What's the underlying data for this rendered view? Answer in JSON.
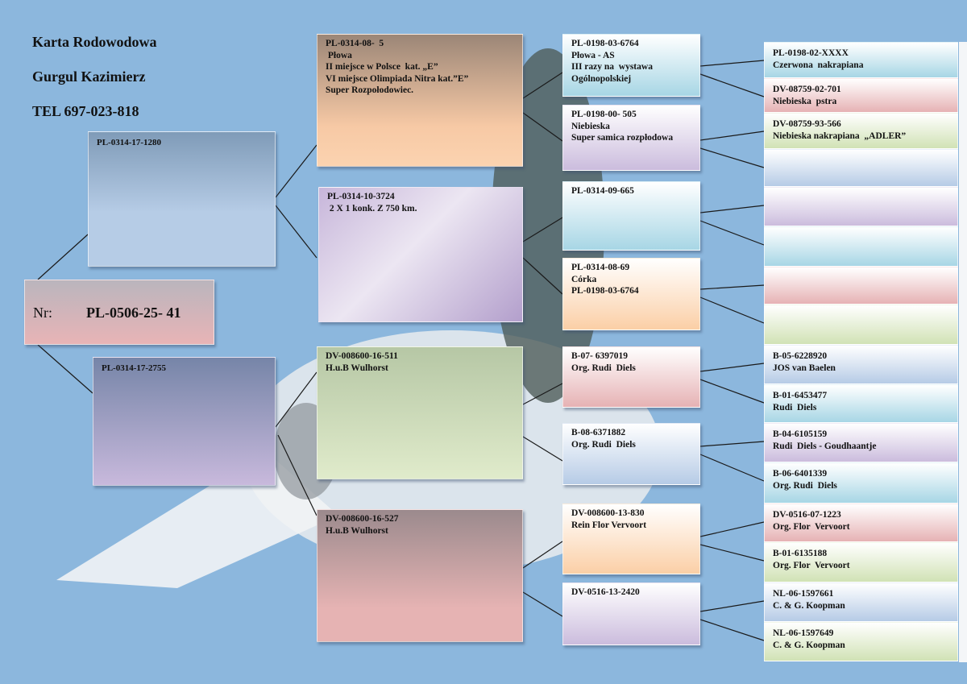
{
  "header": {
    "title": "Karta Rodowodowa",
    "owner": "Gurgul Kazimierz",
    "phone": "TEL  697-023-818"
  },
  "subject": {
    "label": "Nr:",
    "ring": "PL-0506-25- 41"
  },
  "gen2": [
    {
      "lines": [
        "PL-0314-17-1280"
      ]
    },
    {
      "lines": [
        "PL-0314-17-2755"
      ]
    }
  ],
  "gen3": [
    {
      "lines": [
        "PL-0314-08-  5",
        " Płowa",
        "II miejsce w Polsce  kat. „E”",
        "VI miejsce Olimpiada Nitra kat.”E”",
        "Super Rozpołodowiec."
      ]
    },
    {
      "lines": [
        "PL-0314-10-3724",
        " 2 X 1 konk. Z 750 km."
      ]
    },
    {
      "lines": [
        "DV-008600-16-511",
        "H.u.B Wulhorst"
      ]
    },
    {
      "lines": [
        "DV-008600-16-527",
        "H.u.B Wulhorst"
      ]
    }
  ],
  "gen4": [
    {
      "lines": [
        "PL-0198-03-6764",
        "Płowa - AS",
        "III razy na  wystawa",
        "Ogólnopolskiej"
      ]
    },
    {
      "lines": [
        "PL-0198-00- 505",
        "Niebieska",
        "Super samica rozpłodowa"
      ]
    },
    {
      "lines": [
        "PL-0314-09-665"
      ]
    },
    {
      "lines": [
        "PL-0314-08-69",
        "Córka",
        "PL-0198-03-6764"
      ]
    },
    {
      "lines": [
        "B-07- 6397019",
        "Org. Rudi  Diels"
      ]
    },
    {
      "lines": [
        "B-08-6371882",
        "Org. Rudi  Diels"
      ]
    },
    {
      "lines": [
        "DV-008600-13-830",
        "Rein Flor Vervoort"
      ]
    },
    {
      "lines": [
        "DV-0516-13-2420"
      ]
    }
  ],
  "gen5": [
    {
      "lines": [
        "PL-0198-02-XXXX",
        "Czerwona  nakrapiana"
      ]
    },
    {
      "lines": [
        "DV-08759-02-701",
        "Niebieska  pstra"
      ]
    },
    {
      "lines": [
        "DV-08759-93-566",
        "Niebieska nakrapiana  „ADLER”"
      ]
    },
    {
      "lines": []
    },
    {
      "lines": []
    },
    {
      "lines": []
    },
    {
      "lines": []
    },
    {
      "lines": []
    },
    {
      "lines": [
        "B-05-6228920",
        "JOS van Baelen"
      ]
    },
    {
      "lines": [
        "B-01-6453477",
        "Rudi  Diels"
      ]
    },
    {
      "lines": [
        "B-04-6105159",
        "Rudi  Diels - Goudhaantje"
      ]
    },
    {
      "lines": [
        "B-06-6401339",
        "Org. Rudi  Diels"
      ]
    },
    {
      "lines": [
        "DV-0516-07-1223",
        "Org. Flor  Vervoort"
      ]
    },
    {
      "lines": [
        "B-01-6135188",
        "Org. Flor  Vervoort"
      ]
    },
    {
      "lines": [
        "NL-06-1597661",
        "C. & G. Koopman"
      ]
    },
    {
      "lines": [
        "NL-06-1597649",
        "C. & G. Koopman"
      ]
    }
  ]
}
